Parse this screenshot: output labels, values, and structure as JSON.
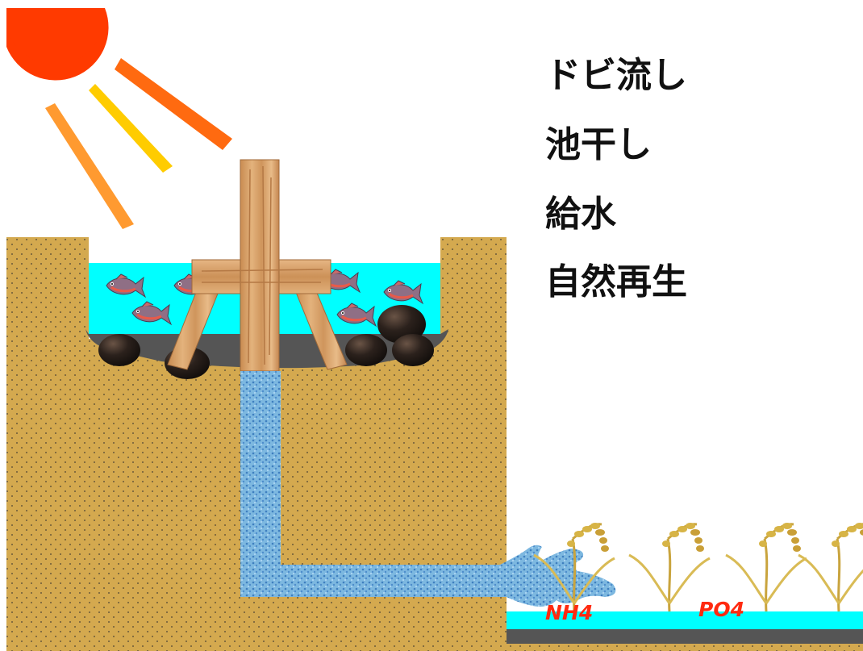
{
  "steps": [
    "ドビ流し",
    "池干し",
    "給水",
    "自然再生"
  ],
  "nutrients": [
    "NH4",
    "PO4"
  ],
  "colors": {
    "soil": "#d4a94f",
    "water": "#00ffff",
    "pipe_water": "#7db8e0",
    "sun": "#ff3a00",
    "sludge": "#555555",
    "wood": "#d9a066",
    "mud_ball": "#2b211c",
    "rice": "#d7b446",
    "nutrient_text": "#ff2a10"
  }
}
